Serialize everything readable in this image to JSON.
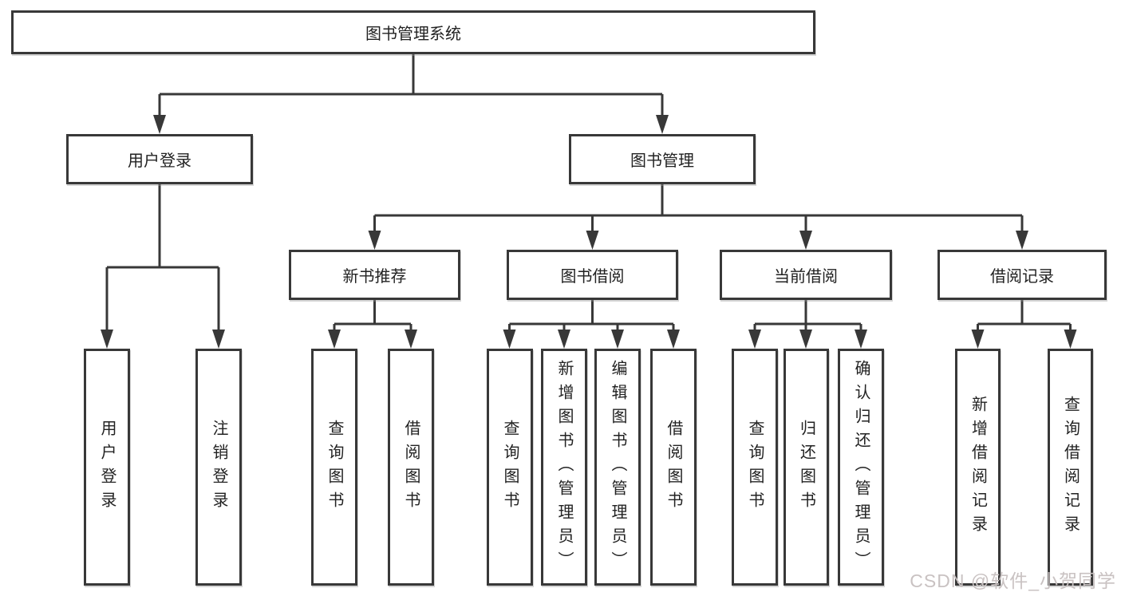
{
  "diagram_title": "图书管理系统",
  "tree": {
    "label": "图书管理系统",
    "children": [
      {
        "label": "用户登录",
        "children": [
          {
            "label": "用户登录"
          },
          {
            "label": "注销登录"
          }
        ]
      },
      {
        "label": "图书管理",
        "children": [
          {
            "label": "新书推荐",
            "children": [
              {
                "label": "查询图书"
              },
              {
                "label": "借阅图书"
              }
            ]
          },
          {
            "label": "图书借阅",
            "children": [
              {
                "label": "查询图书"
              },
              {
                "label": "新增图书（管理员）"
              },
              {
                "label": "编辑图书（管理员）"
              },
              {
                "label": "借阅图书"
              }
            ]
          },
          {
            "label": "当前借阅",
            "children": [
              {
                "label": "查询图书"
              },
              {
                "label": "归还图书"
              },
              {
                "label": "确认归还（管理员）"
              }
            ]
          },
          {
            "label": "借阅记录",
            "children": [
              {
                "label": "新增借阅记录"
              },
              {
                "label": "查询借阅记录"
              }
            ]
          }
        ]
      }
    ]
  },
  "watermark": {
    "text": "CSDN @软件_小贺同学"
  },
  "colors": {
    "line": "#383838",
    "box_border": "#383838",
    "text": "#222222",
    "background": "#ffffff",
    "watermark": "#c9c2c2"
  }
}
